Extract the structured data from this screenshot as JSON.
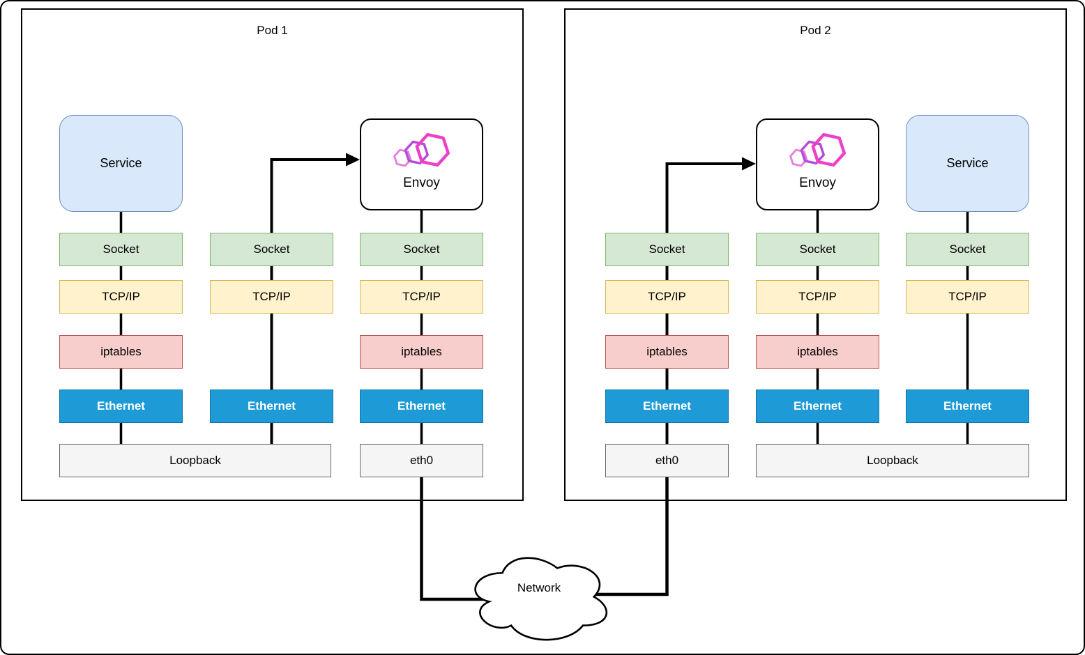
{
  "pod1": {
    "title": "Pod 1",
    "service_label": "Service",
    "envoy_label": "Envoy",
    "col1": {
      "socket": "Socket",
      "tcpip": "TCP/IP",
      "iptables": "iptables",
      "ethernet": "Ethernet"
    },
    "col2": {
      "socket": "Socket",
      "tcpip": "TCP/IP",
      "ethernet": "Ethernet"
    },
    "col3": {
      "socket": "Socket",
      "tcpip": "TCP/IP",
      "iptables": "iptables",
      "ethernet": "Ethernet"
    },
    "loopback": "Loopback",
    "eth0": "eth0"
  },
  "pod2": {
    "title": "Pod 2",
    "envoy_label": "Envoy",
    "service_label": "Service",
    "col1": {
      "socket": "Socket",
      "tcpip": "TCP/IP",
      "iptables": "iptables",
      "ethernet": "Ethernet"
    },
    "col2": {
      "socket": "Socket",
      "tcpip": "TCP/IP",
      "iptables": "iptables",
      "ethernet": "Ethernet"
    },
    "col3": {
      "socket": "Socket",
      "tcpip": "TCP/IP",
      "ethernet": "Ethernet"
    },
    "eth0": "eth0",
    "loopback": "Loopback"
  },
  "network": {
    "label": "Network"
  },
  "colors": {
    "service_fill": "#dae8fc",
    "service_stroke": "#6c8ebf",
    "socket_fill": "#d5e8d4",
    "socket_stroke": "#82b366",
    "tcpip_fill": "#fff2cc",
    "tcpip_stroke": "#d6b656",
    "iptables_fill": "#f8cecc",
    "iptables_stroke": "#b85450",
    "ethernet_fill": "#1e9bd7",
    "ethernet_stroke": "#1073a8",
    "ethernet_text": "#ffffff",
    "nic_fill": "#f5f5f5",
    "nic_stroke": "#666666",
    "envoy_box_fill": "#ffffff",
    "envoy_box_stroke": "#000000",
    "envoy_logo_magenta": "#ee3fc8",
    "envoy_logo_purple": "#b44bd8",
    "envoy_logo_pink": "#e77de0",
    "line_color": "#000000"
  }
}
